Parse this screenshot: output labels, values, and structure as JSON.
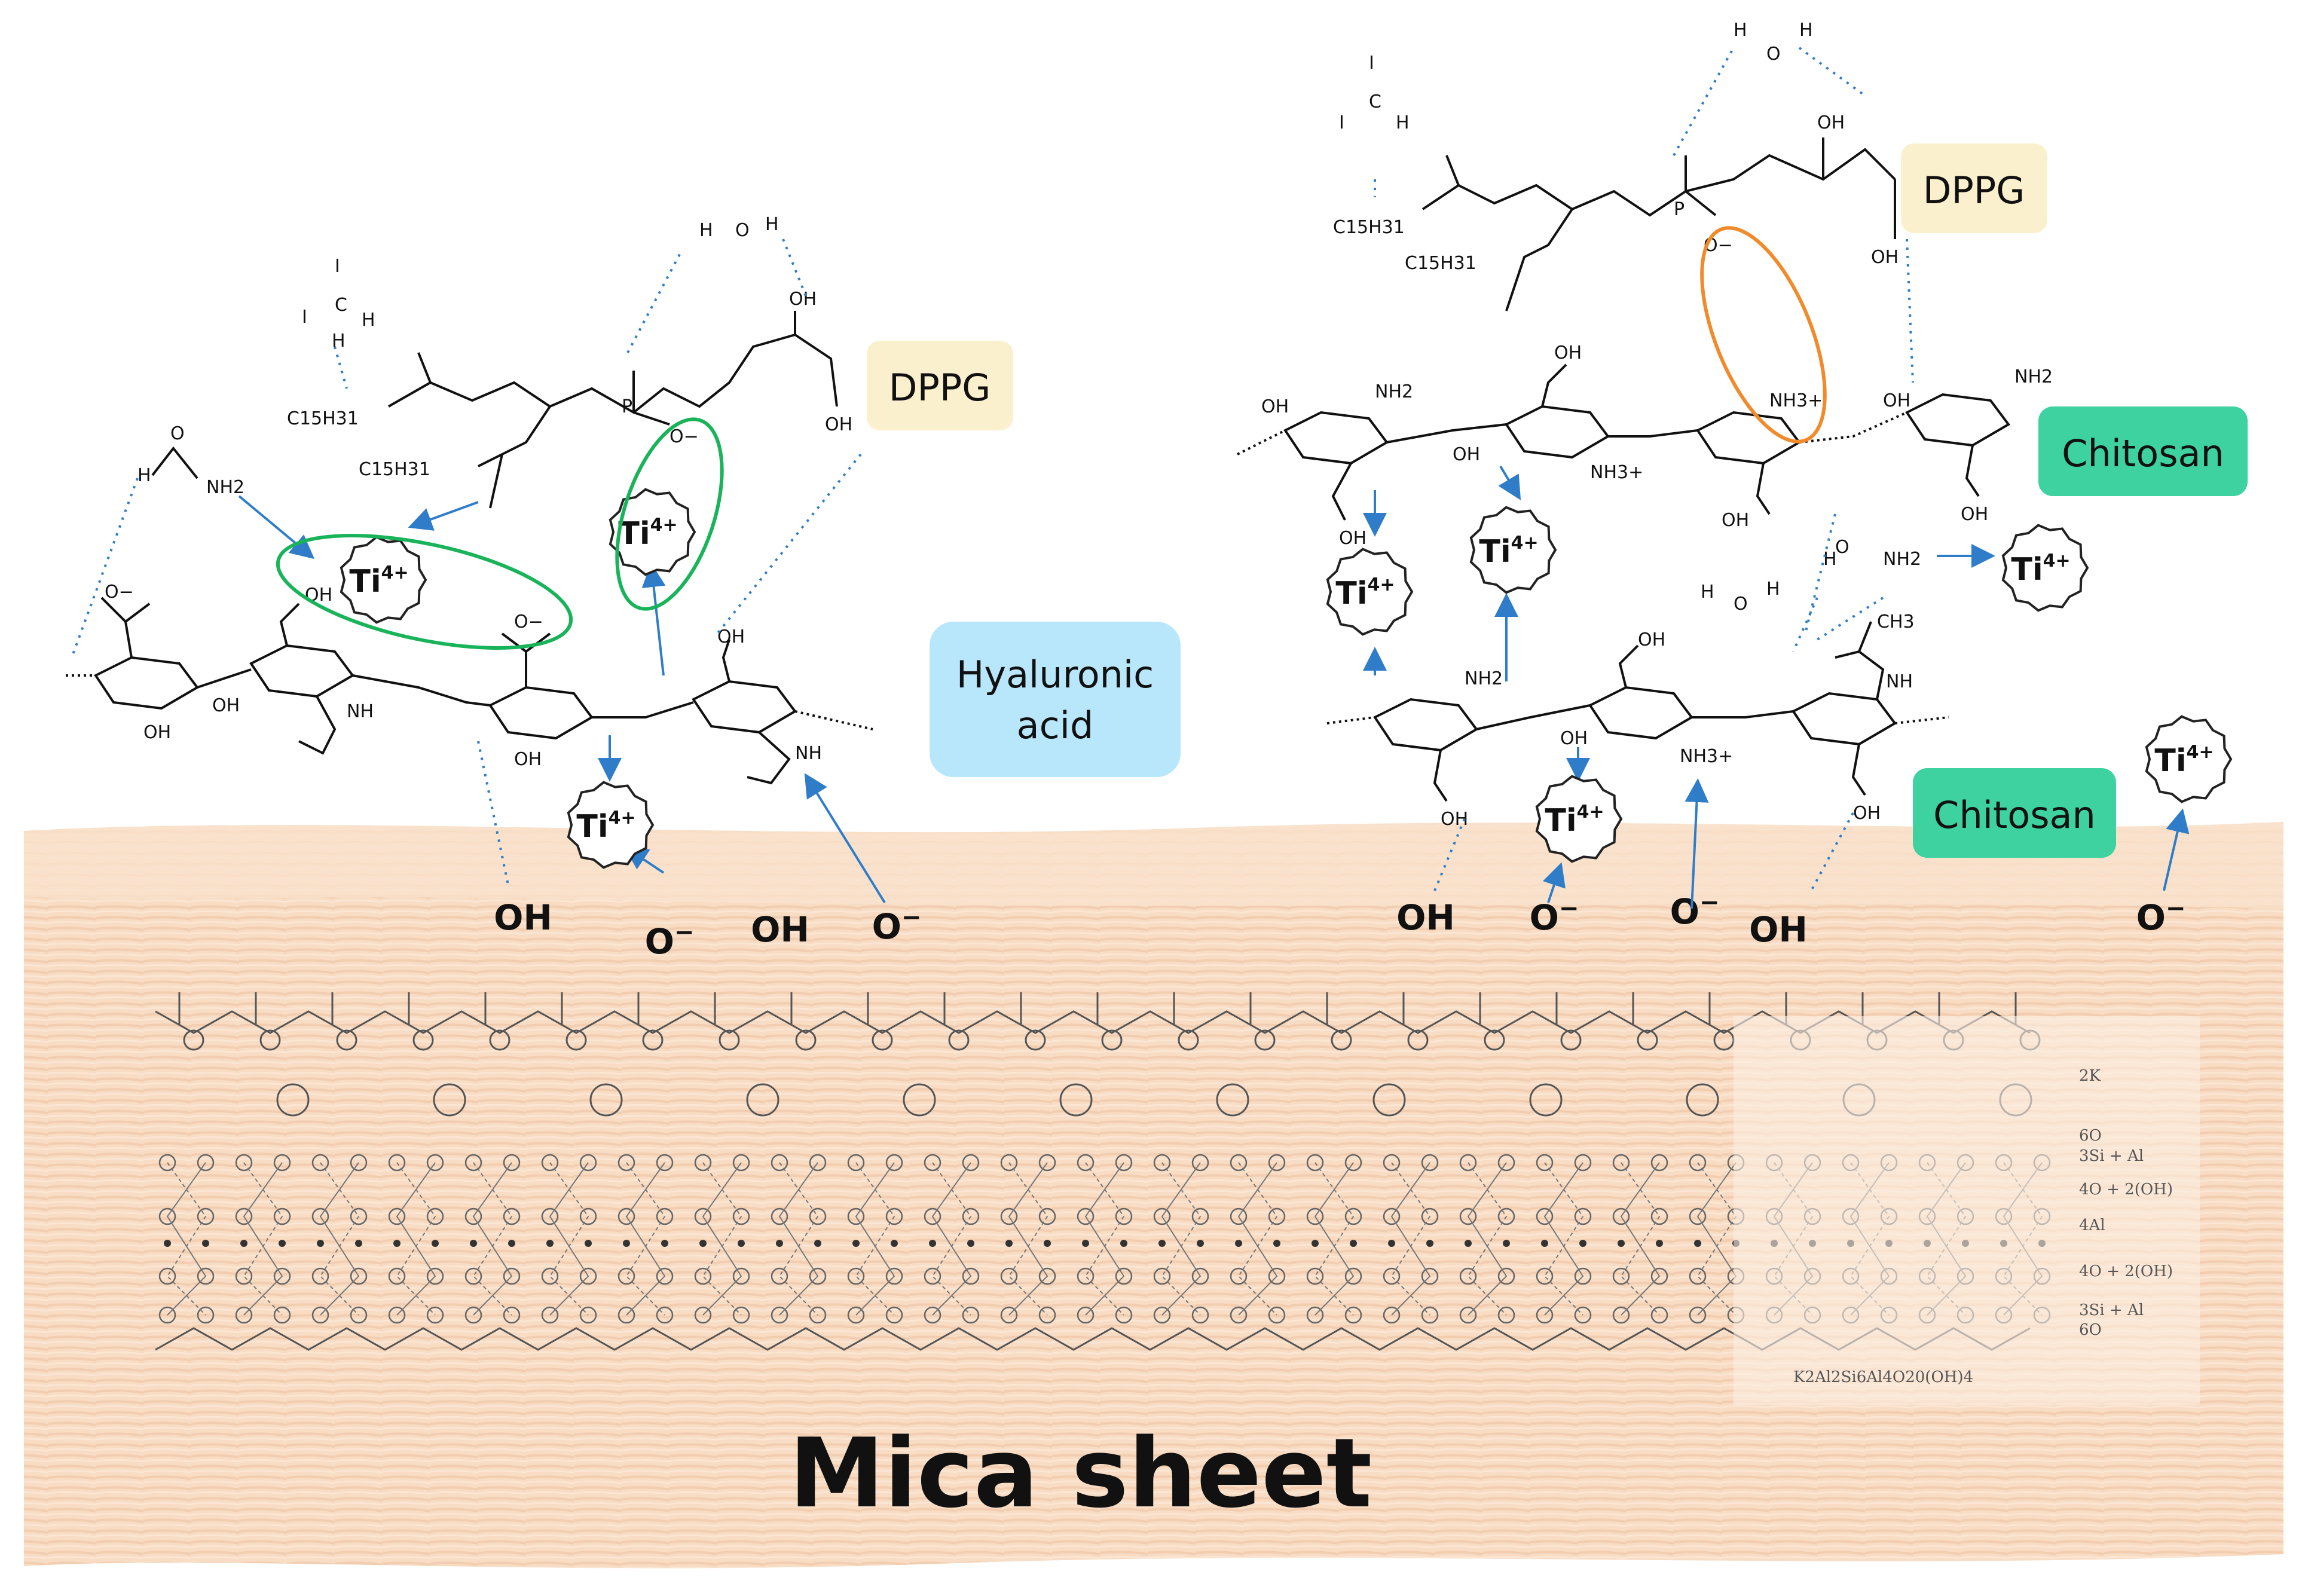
{
  "labels": {
    "dppg_left": "DPPG",
    "dppg_right": "DPPG",
    "hyaluronic_line1": "Hyaluronic",
    "hyaluronic_line2": "acid",
    "chitosan_upper": "Chitosan",
    "chitosan_lower": "Chitosan",
    "mica_title": "Mica sheet"
  },
  "ions": {
    "ti": "Ti",
    "ti_charge": "4+"
  },
  "surface_groups": [
    "OH",
    "O",
    "OH",
    "O",
    "OH",
    "O",
    "O",
    "OH",
    "O"
  ],
  "surface_charge": "−",
  "mica_legend": {
    "rows": [
      "2K",
      "6O",
      "3Si + Al",
      "4O + 2(OH)",
      "4Al",
      "4O + 2(OH)",
      "3Si + Al",
      "6O"
    ],
    "formula": "K2Al2Si6Al4O20(OH)4"
  },
  "chem": {
    "nh2": "NH2",
    "nh3": "NH3+",
    "oh": "OH",
    "c15h31": "C15H31",
    "h": "H",
    "o": "O",
    "ch3": "CH3",
    "nh": "NH",
    "p": "P",
    "c": "C",
    "i": "I",
    "o_minus": "O−"
  },
  "colors": {
    "dppg_box": "#fbf0cd",
    "hyaluronic_box": "#b8e6fb",
    "chitosan_box": "#3ed2a0",
    "mica_band": "#f8dcc4",
    "arrow_blue": "#2f7dc8",
    "green_ellipse": "#19b35a",
    "orange_ellipse": "#f08a2a",
    "bond": "#111111"
  }
}
